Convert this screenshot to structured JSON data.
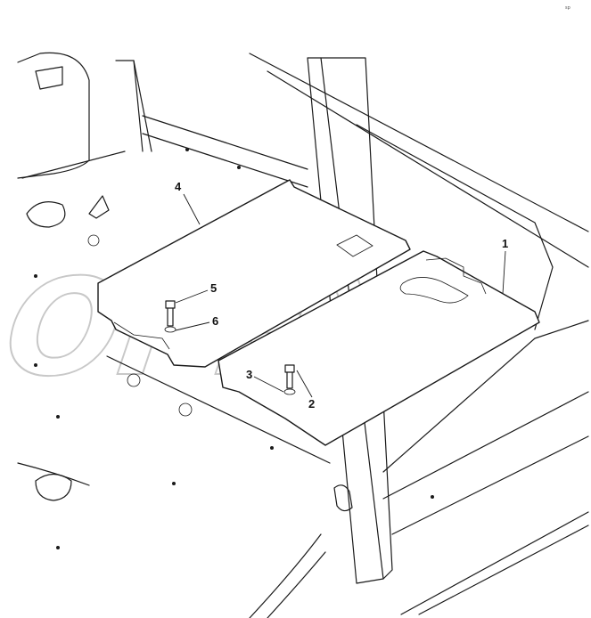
{
  "diagram": {
    "callouts": [
      {
        "id": "1",
        "label": "1"
      },
      {
        "id": "2",
        "label": "2"
      },
      {
        "id": "3",
        "label": "3"
      },
      {
        "id": "4",
        "label": "4"
      },
      {
        "id": "5",
        "label": "5"
      },
      {
        "id": "6",
        "label": "6"
      }
    ],
    "watermark": "OPEX",
    "corner_mark": "sp"
  }
}
